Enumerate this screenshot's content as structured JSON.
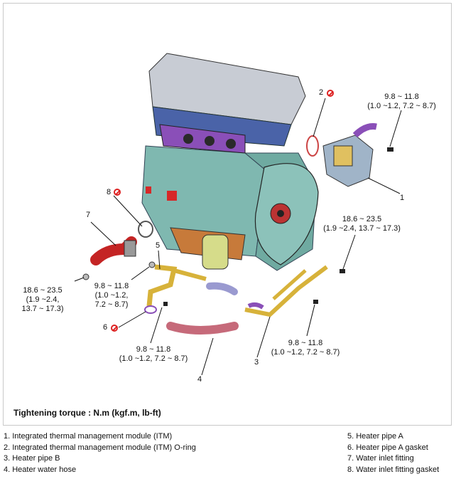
{
  "note": "Tightening torque : N.m (kgf.m, lb-ft)",
  "callouts": {
    "c1": "1",
    "c2": "2",
    "c3": "3",
    "c4": "4",
    "c5": "5",
    "c6": "6",
    "c7": "7",
    "c8": "8"
  },
  "torques": {
    "t_itm": [
      "9.8 ~ 11.8",
      "(1.0 ~1.2, 7.2 ~ 8.7)"
    ],
    "t_right": [
      "18.6 ~ 23.5",
      "(1.9 ~2.4, 13.7 ~ 17.3)"
    ],
    "t_left": [
      "18.6 ~ 23.5",
      "(1.9 ~2.4,",
      "13.7 ~ 17.3)"
    ],
    "t_pipeA_small": [
      "9.8 ~ 11.8",
      "(1.0 ~1.2,",
      "7.2 ~ 8.7)"
    ],
    "t_pipeA_bottom": [
      "9.8 ~ 11.8",
      "(1.0 ~1.2, 7.2 ~ 8.7)"
    ],
    "t_pipeB": [
      "9.8 ~ 11.8",
      "(1.0 ~1.2, 7.2 ~ 8.7)"
    ]
  },
  "legend": {
    "left": [
      "1. Integrated thermal management module (ITM)",
      "2. Integrated thermal management module (ITM) O-ring",
      "3. Heater pipe B",
      "4. Heater water hose"
    ],
    "right": [
      "5. Heater pipe A",
      "6. Heater pipe A gasket",
      "7. Water inlet fitting",
      "8. Water inlet fitting gasket"
    ]
  },
  "colors": {
    "no_reuse": "#d22222"
  }
}
